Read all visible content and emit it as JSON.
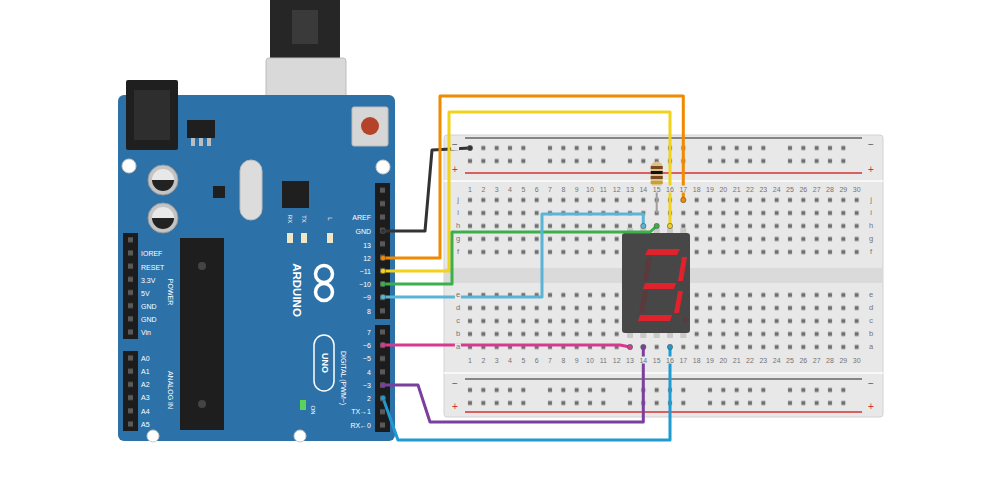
{
  "diagram": {
    "nodes": [
      {
        "text": [
          "AREF",
          "GND",
          "13",
          "12",
          "~11",
          "~10",
          "~9",
          "8",
          "7",
          "~6",
          "~5",
          "4",
          "~3",
          "2",
          "TX→1",
          "RX←0",
          "DIGITAL (PWM~)",
          "ARDUINO",
          "UNO",
          "IOREF",
          "RESET",
          "3.3V",
          "5V",
          "GND",
          "GND",
          "Vin",
          "POWER",
          "A0",
          "A1",
          "A2",
          "A3",
          "A4",
          "A5",
          "ANALOG IN",
          "RX",
          "TX",
          "L",
          "ON"
        ]
      },
      {
        "text": [
          "−",
          "−",
          "+",
          "+",
          "1",
          "2",
          "3",
          "4",
          "5",
          "6",
          "7",
          "8",
          "9",
          "10",
          "11",
          "12",
          "13",
          "14",
          "15",
          "16",
          "17",
          "18",
          "19",
          "20",
          "21",
          "22",
          "23",
          "24",
          "25",
          "26",
          "27",
          "28",
          "29",
          "30",
          "j",
          "i",
          "h",
          "g",
          "f",
          "e",
          "d",
          "c",
          "b",
          "a",
          "j",
          "i",
          "h",
          "g",
          "f",
          "e",
          "d",
          "c",
          "b",
          "a",
          "1",
          "2",
          "3",
          "4",
          "5",
          "6",
          "7",
          "8",
          "9",
          "10",
          "11",
          "12",
          "13",
          "14",
          "15",
          "16",
          "17",
          "18",
          "19",
          "20",
          "21",
          "22",
          "23",
          "24",
          "25",
          "26",
          "27",
          "28",
          "29",
          "30",
          "−",
          "−",
          "+",
          "+"
        ]
      }
    ],
    "edges": [
      {
        "from": 0,
        "to": 1,
        "arrow": "none"
      },
      {
        "from": 0,
        "to": 1,
        "arrow": "none"
      },
      {
        "from": 0,
        "to": 1,
        "arrow": "none"
      },
      {
        "from": 0,
        "to": 1,
        "arrow": "none"
      },
      {
        "from": 0,
        "to": 1,
        "arrow": "none"
      },
      {
        "from": 0,
        "to": 1,
        "arrow": "none"
      },
      {
        "from": 0,
        "to": 1,
        "arrow": "none"
      },
      {
        "from": 0,
        "to": 1,
        "arrow": "none"
      }
    ]
  }
}
